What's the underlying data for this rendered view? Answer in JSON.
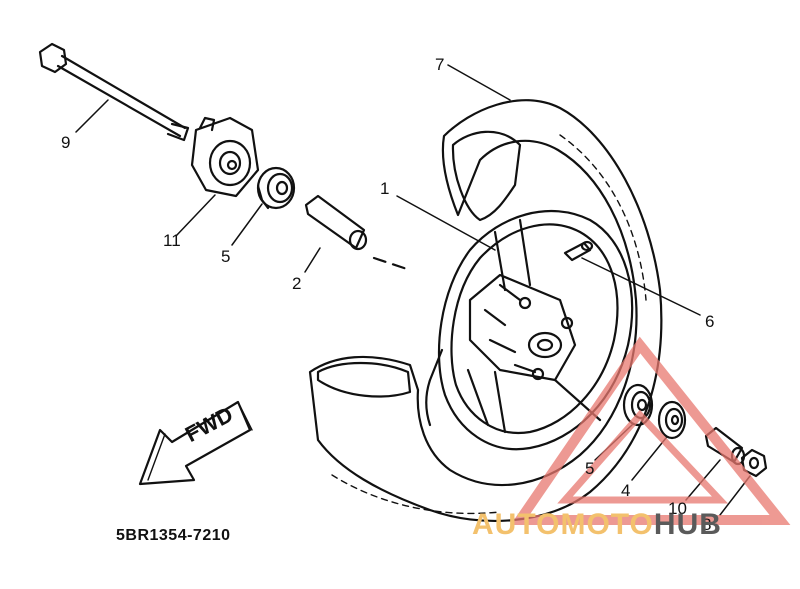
{
  "diagram": {
    "part_code": "5BR1354-7210",
    "direction_label": "FWD",
    "callouts": {
      "c7": "7",
      "c9": "9",
      "c11": "11",
      "c5a": "5",
      "c2": "2",
      "c1": "1",
      "c6": "6",
      "c5b": "5",
      "c4": "4",
      "c10": "10",
      "c8": "8"
    }
  },
  "watermark": {
    "brand_a": "AUTOMOTO",
    "brand_b": "HUB",
    "colors": {
      "triangle": "#e8786f",
      "text_a": "#f3c16d",
      "text_b": "#5a5a5a"
    }
  }
}
